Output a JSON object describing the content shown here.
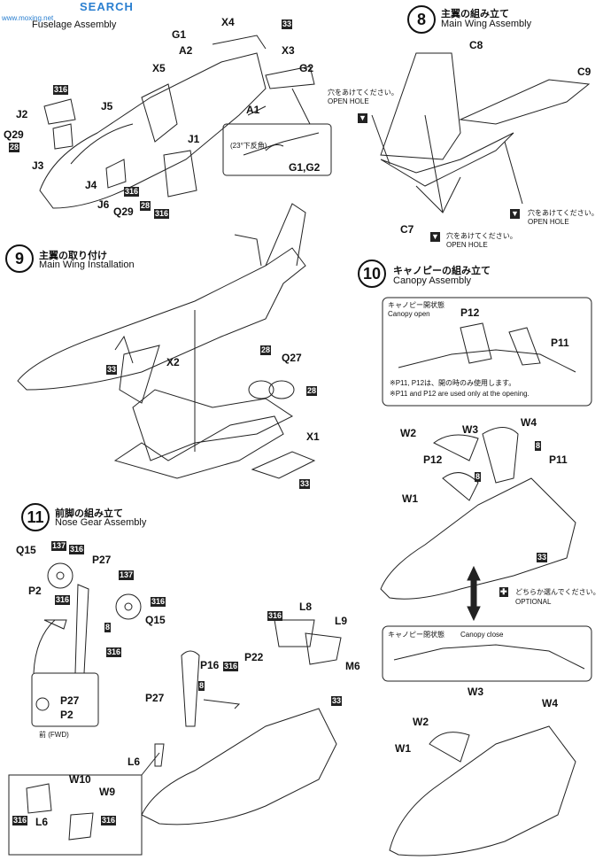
{
  "watermark": {
    "logo_text": "SEARCH",
    "site": "www.moxing.net"
  },
  "step7": {
    "title_en": "Fuselage Assembly"
  },
  "step8": {
    "num": "8",
    "title_jp": "主翼の組み立て",
    "title_en": "Main Wing Assembly",
    "hole_note_jp": "穴をあけてください。",
    "hole_note_en": "OPEN HOLE"
  },
  "step9": {
    "num": "9",
    "title_jp": "主翼の取り付け",
    "title_en": "Main Wing Installation"
  },
  "step10": {
    "num": "10",
    "title_jp": "キャノピーの組み立て",
    "title_en": "Canopy Assembly",
    "open_jp": "キャノピー開状態",
    "open_en": "Canopy open",
    "close_jp": "キャノピー閉状態",
    "close_en": "Canopy close",
    "note_jp": "※P11, P12は、開の時のみ使用します。",
    "note_en": "※P11 and P12 are used only at the opening.",
    "optional_jp": "どちらか選んでください。",
    "optional_en": "OPTIONAL"
  },
  "step11": {
    "num": "11",
    "title_jp": "前脚の組み立て",
    "title_en": "Nose Gear Assembly",
    "fwd": "前 (FWD)"
  },
  "inset_g": {
    "angle": "(23°下反角)",
    "label": "G1,G2"
  },
  "parts": {
    "X4": "X4",
    "G1": "G1",
    "A2": "A2",
    "X3": "X3",
    "X5": "X5",
    "G2": "G2",
    "A1": "A1",
    "J1": "J1",
    "J2": "J2",
    "J3": "J3",
    "J4": "J4",
    "J5": "J5",
    "J6": "J6",
    "Q29": "Q29",
    "C8": "C8",
    "C9": "C9",
    "C7": "C7",
    "X2": "X2",
    "Q27": "Q27",
    "X1": "X1",
    "P12": "P12",
    "P11": "P11",
    "W1": "W1",
    "W2": "W2",
    "W3": "W3",
    "W4": "W4",
    "Q15": "Q15",
    "P27": "P27",
    "P2": "P2",
    "P16": "P16",
    "P22": "P22",
    "L6": "L6",
    "L8": "L8",
    "L9": "L9",
    "M6": "M6",
    "W9": "W9",
    "W10": "W10"
  },
  "codes": {
    "c33": "33",
    "c316": "316",
    "c28": "28",
    "c8": "8",
    "c137": "137"
  }
}
